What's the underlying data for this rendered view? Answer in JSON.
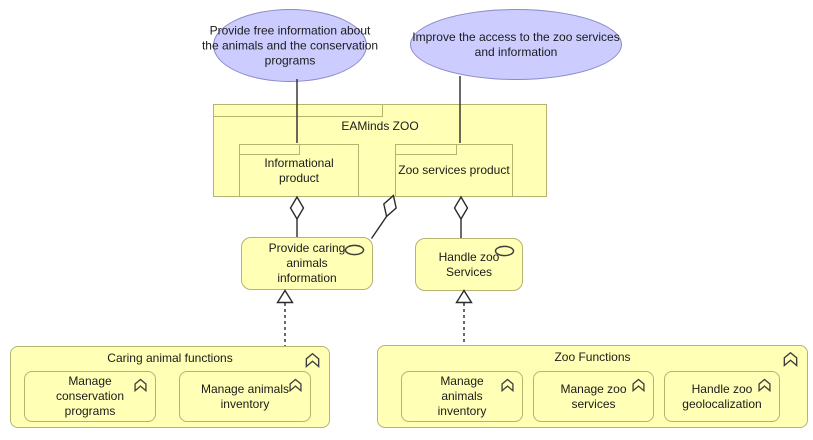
{
  "diagram": {
    "goals": [
      {
        "label": "Provide free information about the animals and the conservation programs",
        "lines": [
          "Provide free information about",
          "the animals and the conservation",
          "programs"
        ]
      },
      {
        "label": "Improve the access to the zoo services and information",
        "lines": [
          "Improve the access to the zoo services",
          "and information"
        ]
      }
    ],
    "product_group": {
      "title": "EAMinds ZOO",
      "products": [
        {
          "label": "Informational product",
          "lines": [
            "Informational",
            "product"
          ]
        },
        {
          "label": "Zoo services product"
        }
      ]
    },
    "services": [
      {
        "label": "Provide caring animals information",
        "lines": [
          "Provide caring",
          "animals",
          "information"
        ]
      },
      {
        "label": "Handle zoo Services",
        "lines": [
          "Handle zoo",
          "Services"
        ]
      }
    ],
    "function_groups": [
      {
        "title": "Caring animal functions",
        "functions": [
          {
            "label": "Manage conservation programs",
            "lines": [
              "Manage",
              "conservation",
              "programs"
            ]
          },
          {
            "label": "Manage animals inventory",
            "lines": [
              "Manage animals",
              "inventory"
            ]
          }
        ]
      },
      {
        "title": "Zoo Functions",
        "functions": [
          {
            "label": "Manage animals inventory",
            "lines": [
              "Manage",
              "animals",
              "inventory"
            ]
          },
          {
            "label": "Manage zoo services",
            "lines": [
              "Manage zoo",
              "services"
            ]
          },
          {
            "label": "Handle zoo geolocalization",
            "lines": [
              "Handle zoo",
              "geolocalization"
            ]
          }
        ]
      }
    ],
    "icons": {
      "function_icon": "archimate-function-icon",
      "service_icon": "archimate-service-oval-icon",
      "aggregation": "aggregation-diamond",
      "realization": "realization-hollow-triangle"
    },
    "colors": {
      "element_fill": "#FFFFB5",
      "element_border": "#B4B470",
      "motivation_fill": "#CCCCFF",
      "motivation_border": "#8A8AC9",
      "connector": "#2B2B2B",
      "background": "#FFFFFF"
    }
  }
}
